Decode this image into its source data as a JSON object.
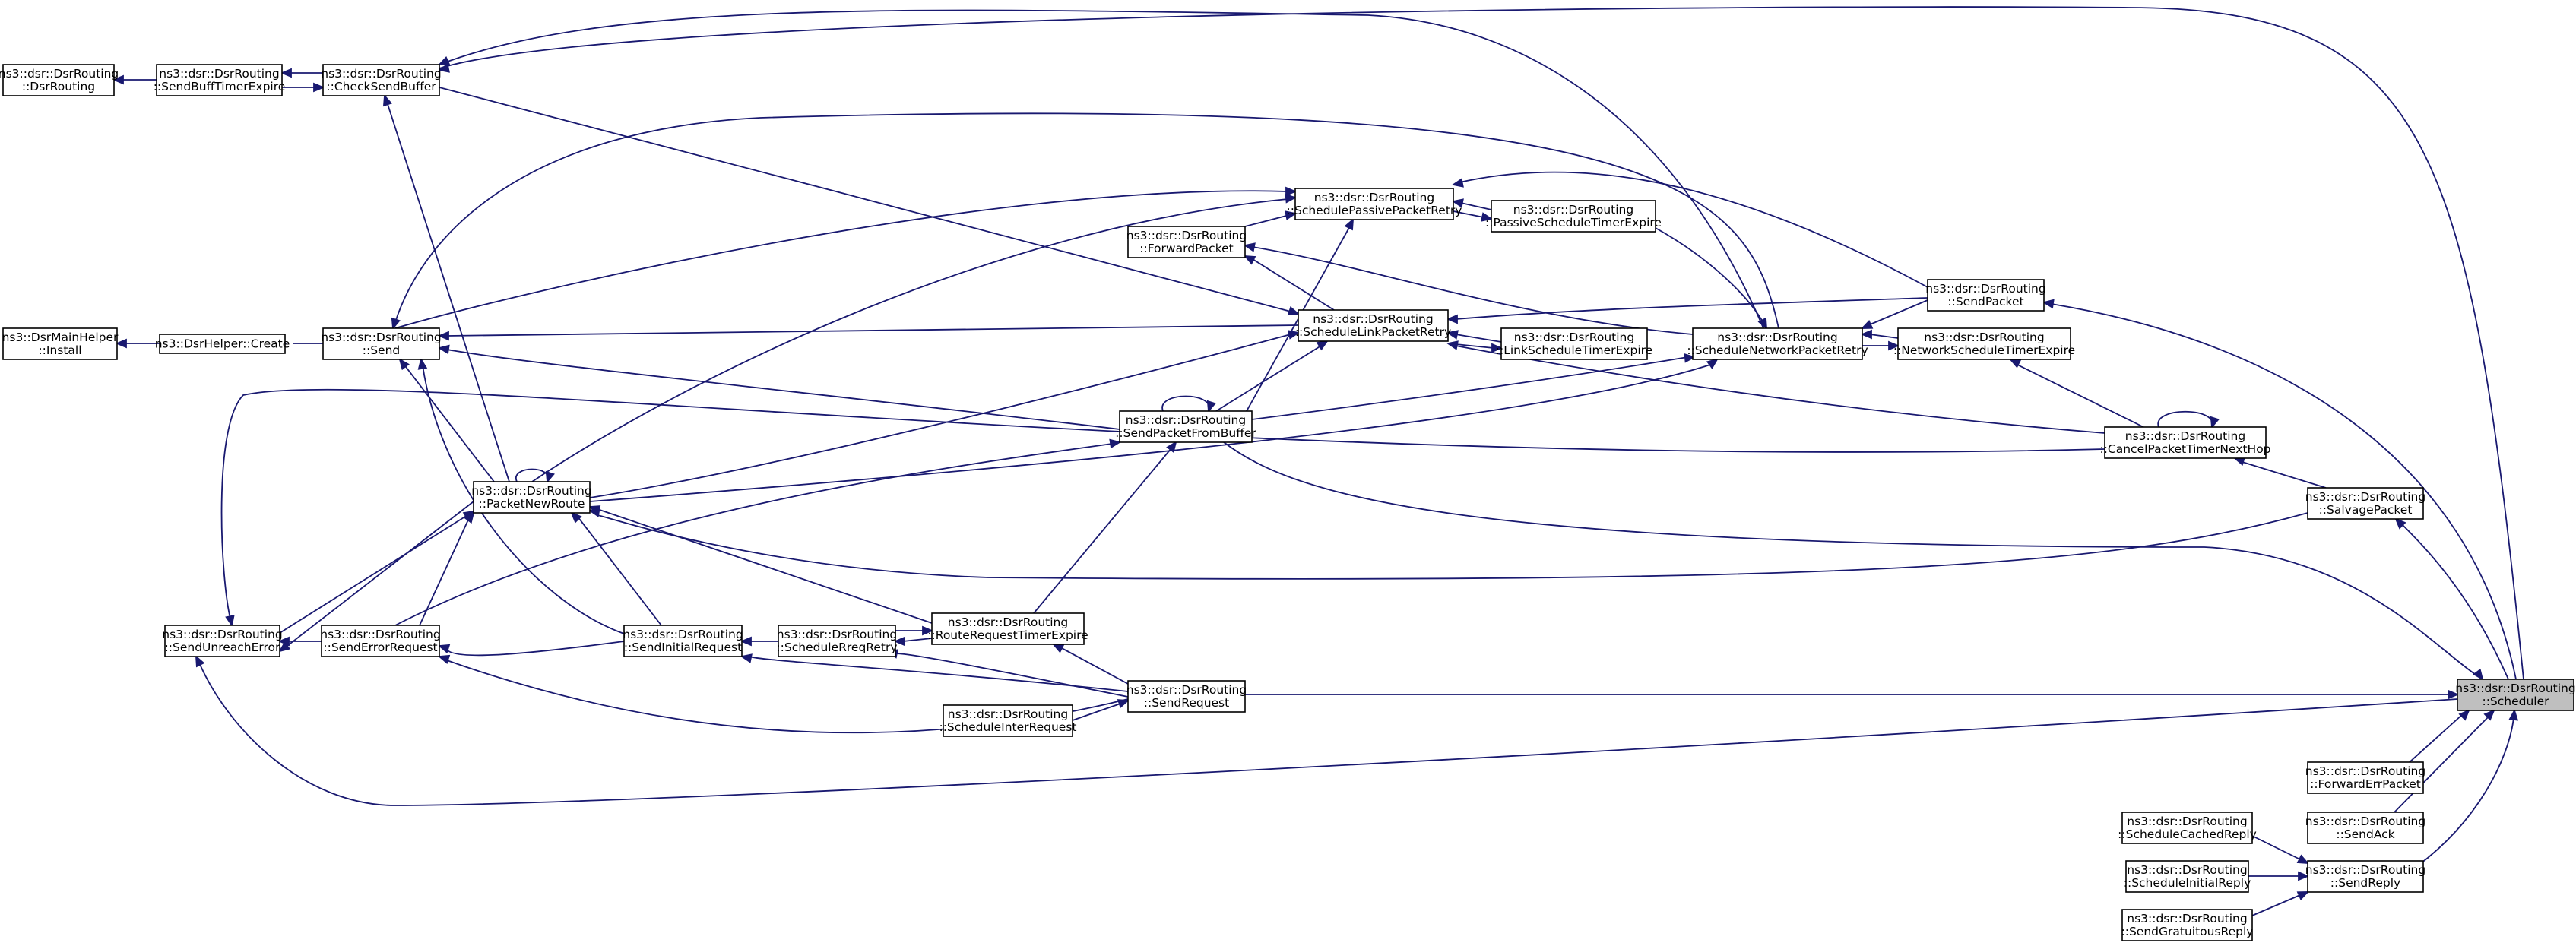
{
  "colors": {
    "edge": "#191970",
    "node_border": "#000000",
    "selected_fill": "#bfbfbf"
  },
  "nodes": [
    {
      "id": "dsrrouting",
      "lines": [
        "ns3::dsr::DsrRouting",
        "::DsrRouting"
      ]
    },
    {
      "id": "sendbufftimer",
      "lines": [
        "ns3::dsr::DsrRouting",
        "::SendBuffTimerExpire"
      ]
    },
    {
      "id": "checksendbuffer",
      "lines": [
        "ns3::dsr::DsrRouting",
        "::CheckSendBuffer"
      ]
    },
    {
      "id": "install",
      "lines": [
        "ns3::DsrMainHelper",
        "::Install"
      ]
    },
    {
      "id": "create",
      "lines": [
        "ns3::DsrHelper::Create"
      ]
    },
    {
      "id": "send",
      "lines": [
        "ns3::dsr::DsrRouting",
        "::Send"
      ]
    },
    {
      "id": "packetnewroute",
      "lines": [
        "ns3::dsr::DsrRouting",
        "::PacketNewRoute"
      ]
    },
    {
      "id": "sendunreacherror",
      "lines": [
        "ns3::dsr::DsrRouting",
        "::SendUnreachError"
      ]
    },
    {
      "id": "senderrorrequest",
      "lines": [
        "ns3::dsr::DsrRouting",
        "::SendErrorRequest"
      ]
    },
    {
      "id": "sendinitialrequest",
      "lines": [
        "ns3::dsr::DsrRouting",
        "::SendInitialRequest"
      ]
    },
    {
      "id": "schedulereqretry",
      "lines": [
        "ns3::dsr::DsrRouting",
        "::ScheduleRreqRetry"
      ]
    },
    {
      "id": "routerequesttimer",
      "lines": [
        "ns3::dsr::DsrRouting",
        "::RouteRequestTimerExpire"
      ]
    },
    {
      "id": "sendrequest",
      "lines": [
        "ns3::dsr::DsrRouting",
        "::SendRequest"
      ]
    },
    {
      "id": "scheduleinterrequest",
      "lines": [
        "ns3::dsr::DsrRouting",
        "::ScheduleInterRequest"
      ]
    },
    {
      "id": "forwardpacket",
      "lines": [
        "ns3::dsr::DsrRouting",
        "::ForwardPacket"
      ]
    },
    {
      "id": "schedulepassive",
      "lines": [
        "ns3::dsr::DsrRouting",
        "::SchedulePassivePacketRetry"
      ]
    },
    {
      "id": "passivescheduletimer",
      "lines": [
        "ns3::dsr::DsrRouting",
        "::PassiveScheduleTimerExpire"
      ]
    },
    {
      "id": "schedulelink",
      "lines": [
        "ns3::dsr::DsrRouting",
        "::ScheduleLinkPacketRetry"
      ]
    },
    {
      "id": "linkscheduletimer",
      "lines": [
        "ns3::dsr::DsrRouting",
        "::LinkScheduleTimerExpire"
      ]
    },
    {
      "id": "sendpacketfrombuffer",
      "lines": [
        "ns3::dsr::DsrRouting",
        "::SendPacketFromBuffer"
      ]
    },
    {
      "id": "schedulenetwork",
      "lines": [
        "ns3::dsr::DsrRouting",
        "::ScheduleNetworkPacketRetry"
      ]
    },
    {
      "id": "sendpacket",
      "lines": [
        "ns3::dsr::DsrRouting",
        "::SendPacket"
      ]
    },
    {
      "id": "networkscheduletimer",
      "lines": [
        "ns3::dsr::DsrRouting",
        "::NetworkScheduleTimerExpire"
      ]
    },
    {
      "id": "cancelpackettimer",
      "lines": [
        "ns3::dsr::DsrRouting",
        "::CancelPacketTimerNextHop"
      ]
    },
    {
      "id": "salvagepacket",
      "lines": [
        "ns3::dsr::DsrRouting",
        "::SalvagePacket"
      ]
    },
    {
      "id": "scheduler",
      "lines": [
        "ns3::dsr::DsrRouting",
        "::Scheduler"
      ]
    },
    {
      "id": "forwarderrpacket",
      "lines": [
        "ns3::dsr::DsrRouting",
        "::ForwardErrPacket"
      ]
    },
    {
      "id": "sendack",
      "lines": [
        "ns3::dsr::DsrRouting",
        "::SendAck"
      ]
    },
    {
      "id": "schedulecachedreply",
      "lines": [
        "ns3::dsr::DsrRouting",
        "::ScheduleCachedReply"
      ]
    },
    {
      "id": "sendreply",
      "lines": [
        "ns3::dsr::DsrRouting",
        "::SendReply"
      ]
    },
    {
      "id": "scheduleinitialreply",
      "lines": [
        "ns3::dsr::DsrRouting",
        "::ScheduleInitialReply"
      ]
    },
    {
      "id": "sendgratuitousreply",
      "lines": [
        "ns3::dsr::DsrRouting",
        "::SendGratuitousReply"
      ]
    }
  ]
}
